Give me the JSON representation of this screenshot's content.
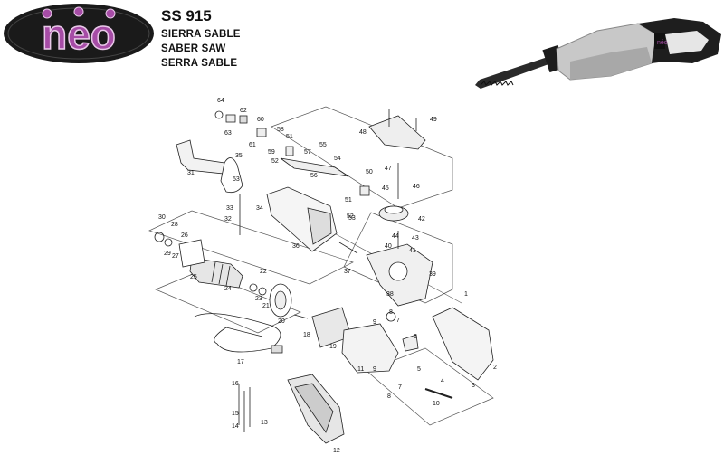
{
  "brand": {
    "logo_text": "neo",
    "accent_color": "#a64ca6",
    "logo_bg_color": "#1a1a1a"
  },
  "header": {
    "model": "SS 915",
    "name_es": "SIERRA SABLE",
    "name_en": "SABER SAW",
    "name_pt": "SERRA SABLE"
  },
  "part_numbers": [
    "1",
    "2",
    "3",
    "4",
    "5",
    "6",
    "7",
    "7",
    "8",
    "8",
    "9",
    "9",
    "10",
    "11",
    "12",
    "13",
    "14",
    "15",
    "16",
    "17",
    "18",
    "19",
    "20",
    "21",
    "22",
    "23",
    "24",
    "25",
    "26",
    "27",
    "28",
    "29",
    "30",
    "31",
    "32",
    "33",
    "34",
    "35",
    "36",
    "37",
    "38",
    "39",
    "40",
    "41",
    "42",
    "43",
    "44",
    "45",
    "46",
    "47",
    "48",
    "49",
    "50",
    "51",
    "51",
    "52",
    "52",
    "53",
    "53",
    "54",
    "55",
    "56",
    "57",
    "58",
    "59",
    "60",
    "61",
    "62",
    "63",
    "64"
  ]
}
